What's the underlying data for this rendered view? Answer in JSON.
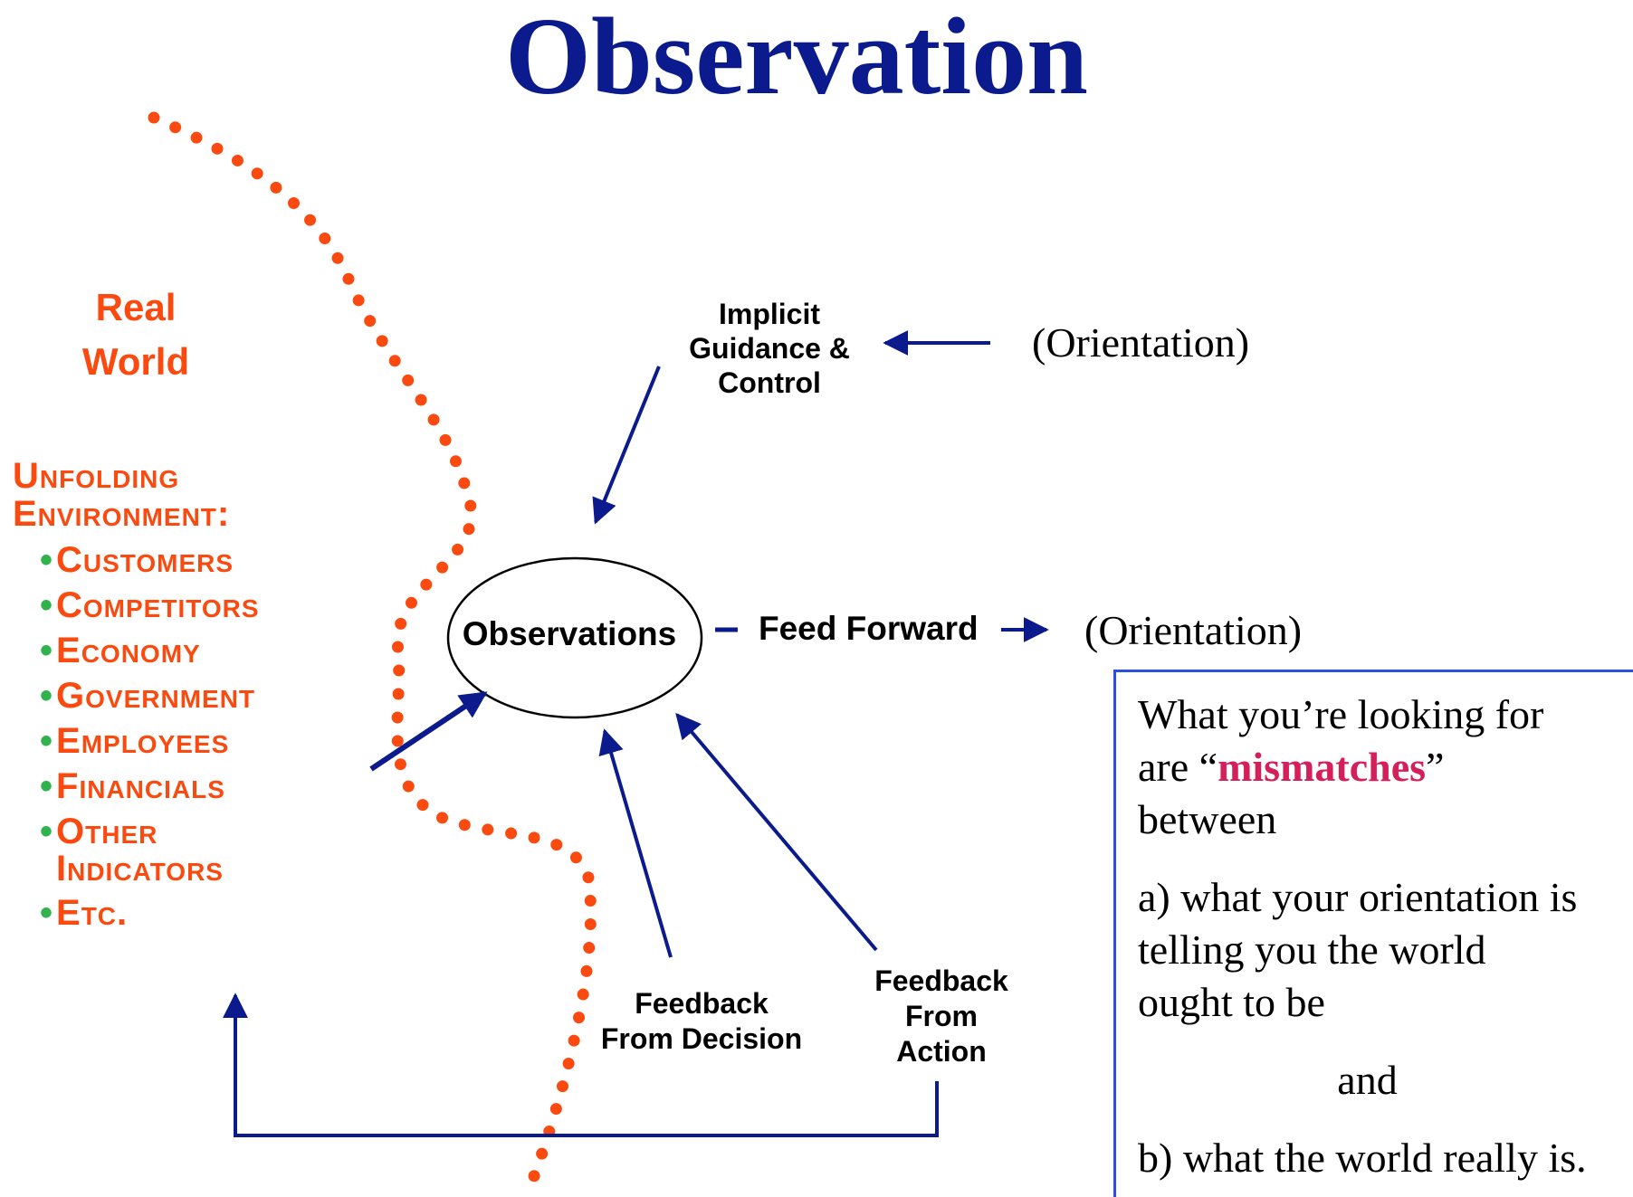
{
  "title": "Observation",
  "real_world": {
    "line1": "Real",
    "line2": "World"
  },
  "environment": {
    "heading_line1": "Unfolding",
    "heading_line2": "Environment:",
    "items": [
      "Customers",
      "Competitors",
      "Economy",
      "Government",
      "Employees",
      "Financials",
      "Other",
      "Indicators",
      "Etc."
    ]
  },
  "implicit_guidance": {
    "line1": "Implicit",
    "line2": "Guidance &",
    "line3": "Control"
  },
  "orientation_top": "(Orientation)",
  "observations": "Observations",
  "feed_forward": "Feed Forward",
  "orientation_right": "(Orientation)",
  "feedback_decision": {
    "line1": "Feedback",
    "line2": "From Decision"
  },
  "feedback_action": {
    "line1": "Feedback",
    "line2": "From",
    "line3": "Action"
  },
  "textbox": {
    "line1": "What you’re looking for",
    "line2_pre": "are “",
    "line2_highlight": "mismatches",
    "line2_post": "”",
    "line3": "between",
    "para_a_line1": "a) what your orientation is",
    "para_a_line2": "telling you the world",
    "para_a_line3": "ought to be",
    "and": "and",
    "para_b": "b) what the world really is."
  },
  "colors": {
    "title": "#0b1a8c",
    "arrows": "#0b1a8c",
    "real_world": "#fa4a0f",
    "dotted_line": "#fa4a0f",
    "bullets": "#2fb34a",
    "highlight": "#d51f5a",
    "box_border": "#2b4fe0"
  }
}
